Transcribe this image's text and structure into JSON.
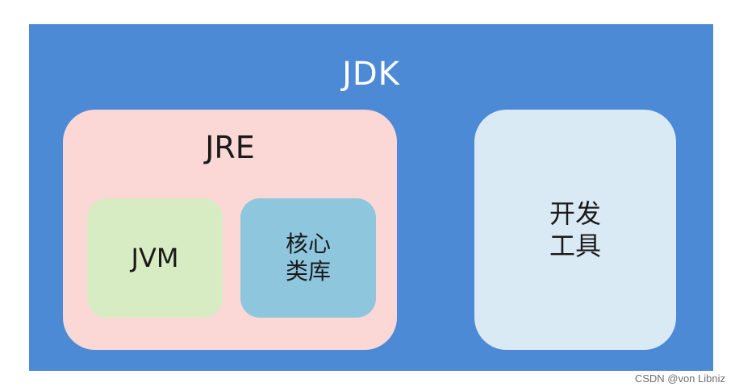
{
  "jdk": {
    "label": "JDK",
    "color": "#4d8ad6"
  },
  "jre": {
    "label": "JRE",
    "color": "#fbd8d5"
  },
  "jvm": {
    "label": "JVM",
    "color": "#d8ecc4"
  },
  "core_library": {
    "line1": "核心",
    "line2": "类库",
    "color": "#8ec6de"
  },
  "dev_tools": {
    "line1": "开发",
    "line2": "工具",
    "color": "#daeaf4"
  },
  "watermark": "CSDN @von Libniz"
}
